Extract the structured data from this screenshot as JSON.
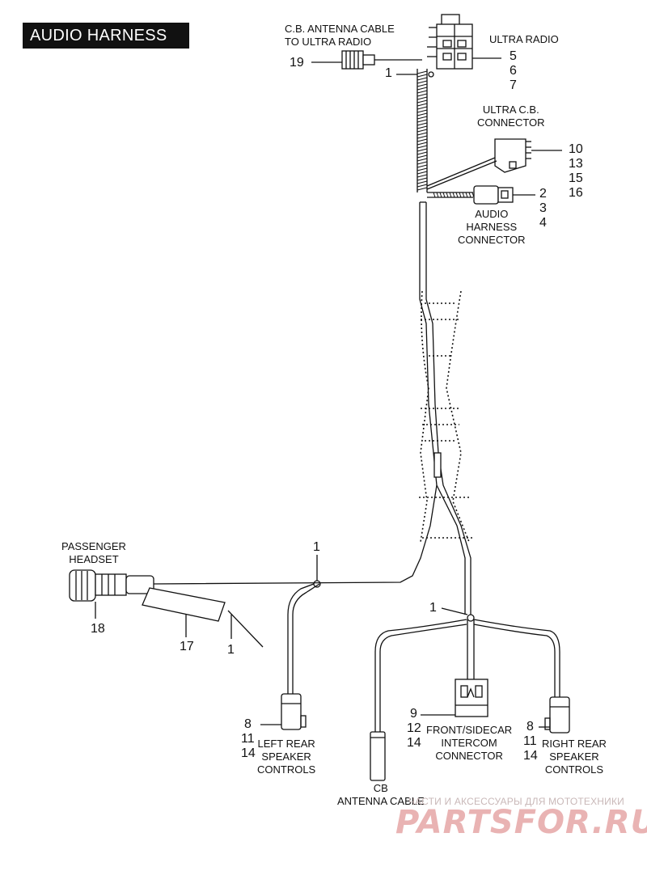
{
  "title": "AUDIO HARNESS",
  "labels": {
    "cb_cable_to_radio": [
      "C.B. ANTENNA CABLE",
      "TO ULTRA RADIO"
    ],
    "ultra_radio": "ULTRA RADIO",
    "ultra_cb_connector": [
      "ULTRA C.B.",
      "CONNECTOR"
    ],
    "audio_harness_connector": [
      "AUDIO",
      "HARNESS",
      "CONNECTOR"
    ],
    "passenger_headset": [
      "PASSENGER",
      "HEADSET"
    ],
    "left_rear": [
      "LEFT REAR",
      "SPEAKER",
      "CONTROLS"
    ],
    "cb_antenna_cable": [
      "CB",
      "ANTENNA CABLE"
    ],
    "front_sidecar": [
      "FRONT/SIDECAR",
      "INTERCOM",
      "CONNECTOR"
    ],
    "right_rear": [
      "RIGHT REAR",
      "SPEAKER",
      "CONTROLS"
    ]
  },
  "callouts": {
    "n19": "19",
    "n1_top": "1",
    "ultra_radio_nums": [
      "5",
      "6",
      "7"
    ],
    "cb_connector_nums": [
      "10",
      "13",
      "15",
      "16"
    ],
    "audio_connector_nums": [
      "2",
      "3",
      "4"
    ],
    "n1_left": "1",
    "n18": "18",
    "n17": "17",
    "n1_headset": "1",
    "n1_right": "1",
    "left_rear_nums": [
      "8",
      "11",
      "14"
    ],
    "front_nums": [
      "9",
      "12",
      "14"
    ],
    "right_rear_nums": [
      "8",
      "11",
      "14"
    ]
  },
  "watermark": {
    "tagline": "ЧАСТИ И АКСЕССУАРЫ ДЛЯ МОТОТЕХНИКИ",
    "brand": "PARTSFOR.RU"
  }
}
